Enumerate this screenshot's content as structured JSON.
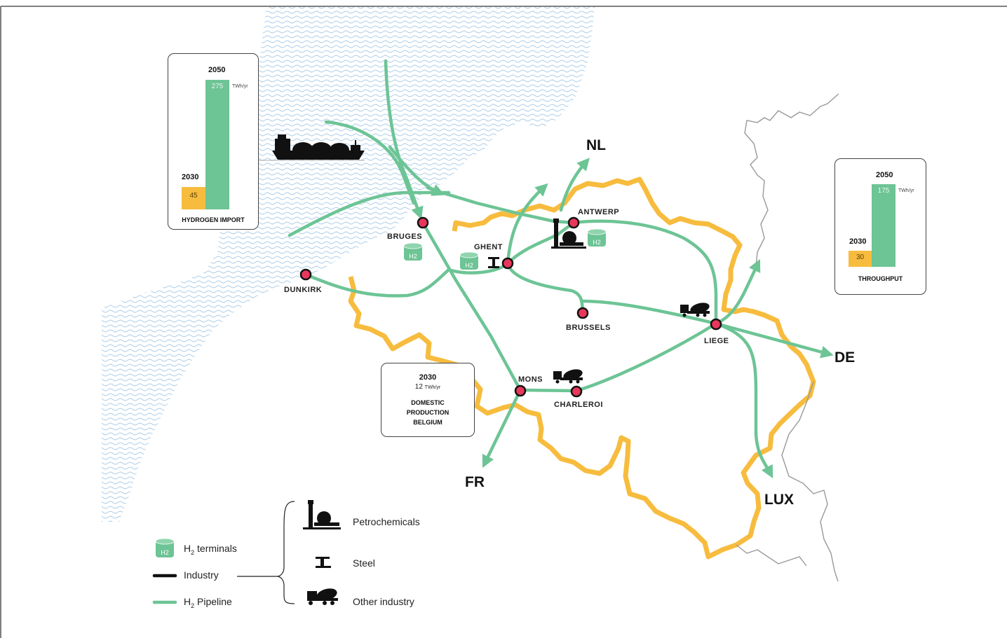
{
  "colors": {
    "sea": "#dbe9f4",
    "wave": "#a9cce8",
    "pipeline": "#6dc495",
    "border": "#f7bc3e",
    "city": "#e8375b",
    "icon": "#222222",
    "y2030": "#f7bc3e",
    "y2050": "#6dc495"
  },
  "cities": [
    {
      "id": "bruges",
      "name": "BRUGES"
    },
    {
      "id": "ghent",
      "name": "GHENT"
    },
    {
      "id": "antwerp",
      "name": "ANTWERP"
    },
    {
      "id": "dunkirk",
      "name": "DUNKIRK"
    },
    {
      "id": "brussels",
      "name": "BRUSSELS"
    },
    {
      "id": "liege",
      "name": "LIEGE"
    },
    {
      "id": "mons",
      "name": "MONS"
    },
    {
      "id": "charleroi",
      "name": "CHARLEROI"
    }
  ],
  "countries": {
    "nl": "NL",
    "de": "DE",
    "fr": "FR",
    "lux": "LUX"
  },
  "import_box": {
    "title": "HYDROGEN IMPORT",
    "year_2030": "2030",
    "value_2030": "45",
    "year_2050": "2050",
    "value_2050": "275",
    "unit": "TWh/yr"
  },
  "throughput_box": {
    "title": "THROUGHPUT",
    "year_2030": "2030",
    "value_2030": "30",
    "year_2050": "2050",
    "value_2050": "175",
    "unit": "TWh/yr"
  },
  "domestic_box": {
    "year": "2030",
    "value": "12",
    "unit": "TWh/yr",
    "line1": "DOMESTIC",
    "line2": "PRODUCTION",
    "line3": "BELGIUM"
  },
  "terminal_icon_text": "H2",
  "legend": {
    "terminals": "H",
    "terminals_sub": "2",
    "terminals_rest": " terminals",
    "industry": "Industry",
    "pipeline": "H",
    "pipeline_sub": "2",
    "pipeline_rest": " Pipeline",
    "petrochemicals": "Petrochemicals",
    "steel": "Steel",
    "other_industry": "Other industry"
  }
}
